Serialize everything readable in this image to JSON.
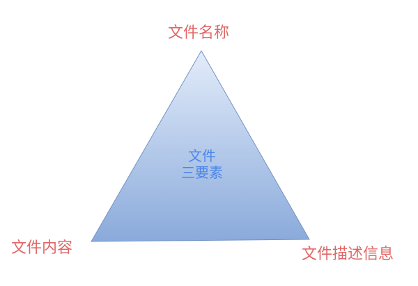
{
  "diagram": {
    "title_center_line1": "文件",
    "title_center_line2": "三要素",
    "vertices": {
      "top": "文件名称",
      "bottom_left": "文件内容",
      "bottom_right": "文件描述信息"
    },
    "colors": {
      "label": "#e06666",
      "center_text": "#4a86e8",
      "triangle_top": "#dce7f8",
      "triangle_bottom": "#8fadd8",
      "triangle_stroke": "#6f8fbf"
    }
  }
}
